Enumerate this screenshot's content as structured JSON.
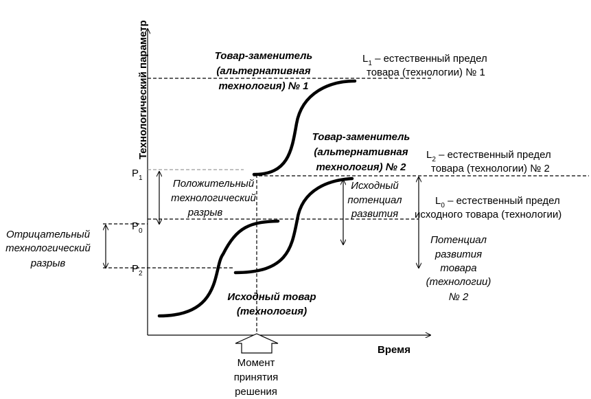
{
  "axes": {
    "y_label": "Технологический параметр",
    "x_label": "Время"
  },
  "levels": {
    "p1": {
      "letter": "P",
      "sub": "1"
    },
    "p0": {
      "letter": "P",
      "sub": "0"
    },
    "p2": {
      "letter": "P",
      "sub": "2"
    }
  },
  "limits": {
    "l1": {
      "prefix": "L",
      "sub": "1",
      "line1": " – естественный предел",
      "line2": "товара (технологии) № 1"
    },
    "l2": {
      "prefix": "L",
      "sub": "2",
      "line1": " – естественный предел",
      "line2": "товара (технологии) № 2"
    },
    "l0": {
      "prefix": "L",
      "sub": "0",
      "line1": " – естественный предел",
      "line2": "исходного товара (технологии)"
    }
  },
  "labels": {
    "substitute1": [
      "Товар-заменитель",
      "(альтернативная",
      "технология) № 1"
    ],
    "substitute2": [
      "Товар-заменитель",
      "(альтернативная",
      "технология) № 2"
    ],
    "positive_gap": [
      "Положительный",
      "технологический",
      "разрыв"
    ],
    "negative_gap": [
      "Отрицательный",
      "технологический",
      "разрыв"
    ],
    "initial_potential": [
      "Исходный",
      "потенциал",
      "развития"
    ],
    "potential2": [
      "Потенциал",
      "развития",
      "товара",
      "(технологии)",
      "№ 2"
    ],
    "initial_product": [
      "Исходный товар",
      "(технология)"
    ],
    "decision_moment": [
      "Момент",
      "принятия",
      "решения"
    ]
  }
}
